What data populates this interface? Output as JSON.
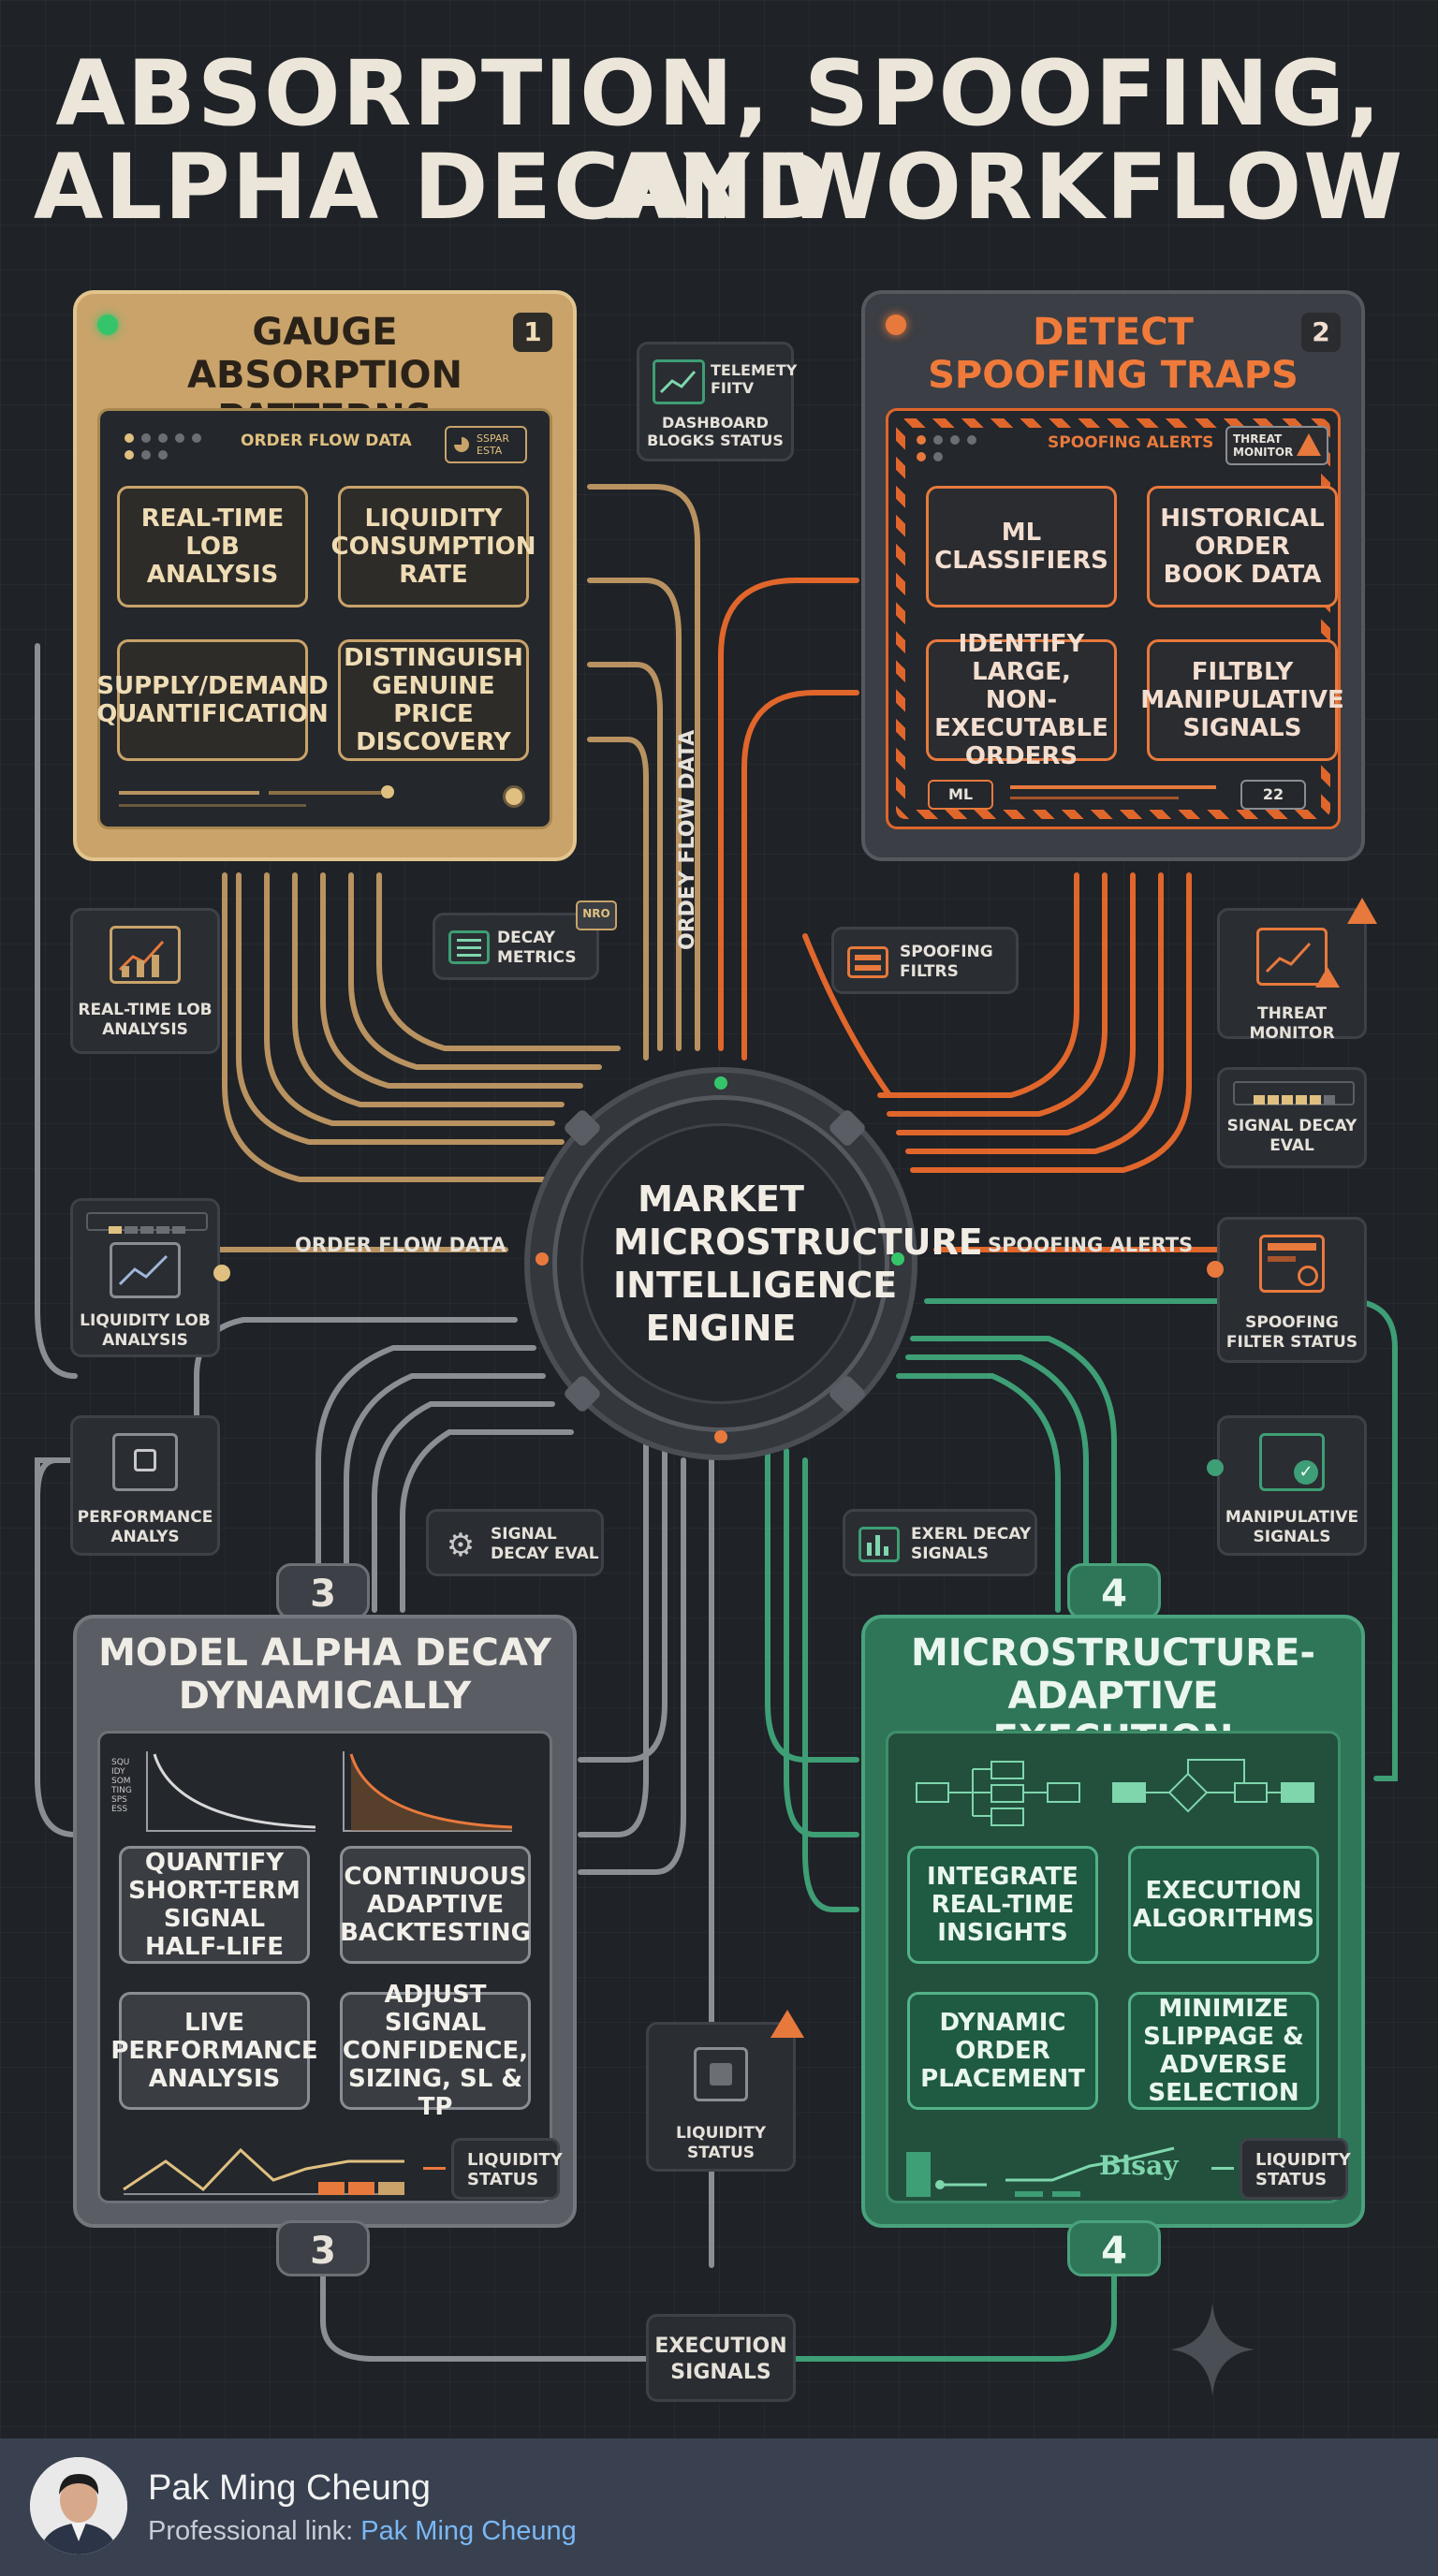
{
  "title": {
    "line1": "ABSORPTION, SPOOFING, AND",
    "line2": "ALPHA DECAY WORKFLOW"
  },
  "colors": {
    "gold": "#c9a36a",
    "orange": "#e8793c",
    "green": "#3e9e75",
    "gray": "#8a8d93",
    "background": "#1f2227"
  },
  "engine": {
    "label": "MARKET MICROSTRUCTURE INTELLIGENCE ENGINE"
  },
  "panels": {
    "absorption": {
      "number": "1",
      "title_line1": "GAUGE",
      "title_line2": "ABSORPTION PATTERNS",
      "header_label": "ORDER FLOW DATA",
      "badge": "SSPAR ESTA",
      "boxes": [
        "REAL-TIME LOB ANALYSIS",
        "LIQUIDITY CONSUMPTION RATE",
        "SUPPLY/DEMAND QUANTIFICATION",
        "DISTINGUISH GENUINE PRICE DISCOVERY"
      ]
    },
    "spoofing": {
      "number": "2",
      "title_line1": "DETECT",
      "title_line2": "SPOOFING TRAPS",
      "header_label": "SPOOFING ALERTS",
      "badge": "THREAT MONITOR",
      "boxes": [
        "ML CLASSIFIERS",
        "HISTORICAL ORDER BOOK DATA",
        "IDENTIFY LARGE, NON-EXECUTABLE ORDERS",
        "FILTBLY MANIPULATIVE SIGNALS"
      ],
      "footer_left": "ML",
      "footer_right": "22"
    },
    "alpha_decay": {
      "number": "3",
      "title_line1": "MODEL ALPHA DECAY",
      "title_line2": "DYNAMICALLY",
      "chart_caption": "SQUIDY SOMTING SPS ESS",
      "boxes": [
        "QUANTIFY SHORT-TERM SIGNAL HALF-LIFE",
        "CONTINUOUS ADAPTIVE BACKTESTING",
        "LIVE PERFORMANCE ANALYSIS",
        "ADJUST SIGNAL CONFIDENCE, SIZING, SL & TP"
      ],
      "side_label": "LIQUIDITY STATUS"
    },
    "execution": {
      "number": "4",
      "title_line1": "MICROSTRUCTURE-ADAPTIVE",
      "title_line2": "EXECUTION",
      "boxes": [
        "INTEGRATE REAL-TIME INSIGHTS",
        "EXECUTION ALGORITHMS",
        "DYNAMIC ORDER PLACEMENT",
        "MINIMIZE SLIPPAGE & ADVERSE SELECTION"
      ],
      "chart_label": "Bisay",
      "side_label": "LIQUIDITY STATUS"
    }
  },
  "chips": {
    "telemetry": {
      "title": "TELEMETY FIITV",
      "label": "DASHBOARD BLOGKS STATUS"
    },
    "rt_lob": {
      "label": "REAL-TIME LOB ANALYSIS"
    },
    "decay_metrics": {
      "label": "DECAY METRICS",
      "badge": "NRO"
    },
    "spoofing_filters": {
      "label": "SPOOFING FILTRS"
    },
    "threat_monitor": {
      "label": "THREAT MONITOR"
    },
    "signal_decay_eval_right": {
      "label": "SIGNAL DECAY EVAL"
    },
    "liquidity_lob": {
      "label": "LIQUIDITY LOB ANALYSIS"
    },
    "spoofing_filter_status": {
      "label": "SPOOFING FILTER STATUS"
    },
    "performance": {
      "label": "PERFORMANCE ANALYS"
    },
    "signal_decay_eval_left": {
      "label": "SIGNAL DECAY EVAL"
    },
    "exerl_decay": {
      "label": "EXERL DECAY SIGNALS"
    },
    "manipulative": {
      "label": "MANIPULATIVE SIGNALS"
    },
    "liquidity_status_center": {
      "label": "LIQUIDITY STATUS"
    },
    "execution_signals": {
      "label": "EXECUTION SIGNALS"
    }
  },
  "flow_labels": {
    "order_flow_data": "ORDER FLOW DATA",
    "spoofing_alerts": "SPOOFING ALERTS",
    "vertical": "ORDEY FLOW DATA"
  },
  "footer": {
    "author": "Pak Ming Cheung",
    "link_prefix": "Professional link: ",
    "link_text": "Pak Ming Cheung"
  }
}
